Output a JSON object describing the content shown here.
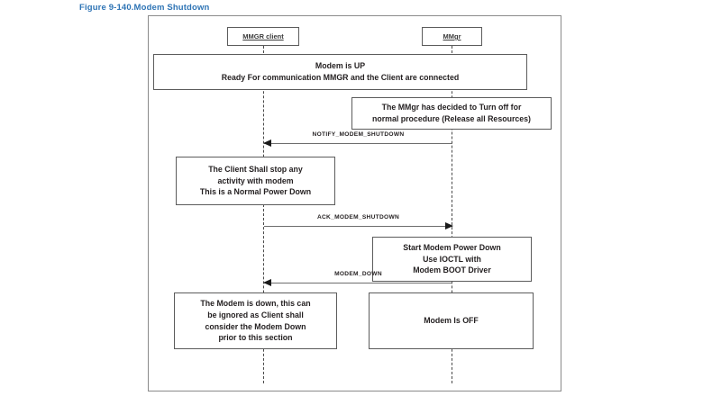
{
  "figure": {
    "caption": "Figure 9-140.Modem Shutdown",
    "caption_color": "#2e74b5"
  },
  "diagram": {
    "type": "uml-sequence-diagram",
    "frame_border_color": "#8a8a8a",
    "lifelines": [
      {
        "id": "client",
        "label": "MMGR client"
      },
      {
        "id": "mmgr",
        "label": "MMgr"
      }
    ],
    "notes": {
      "modem_up": {
        "lines": [
          "Modem is UP",
          "Ready For communication MMGR and the Client are connected"
        ],
        "spans": "both"
      },
      "mmgr_decided": {
        "lines": [
          "The MMgr has decided to Turn off for",
          "normal procedure (Release all Resources)"
        ],
        "spans": "mmgr"
      },
      "client_stop": {
        "lines": [
          "The Client Shall stop any",
          "activity with modem",
          "This is a Normal Power Down"
        ],
        "spans": "client"
      },
      "start_power_down": {
        "lines": [
          "Start Modem Power Down",
          "Use IOCTL with",
          "Modem BOOT Driver"
        ],
        "spans": "mmgr"
      },
      "modem_down": {
        "lines": [
          "The Modem is down, this can",
          "be ignored as Client shall",
          "consider the Modem Down",
          "prior to this section"
        ],
        "spans": "client"
      },
      "modem_off": {
        "lines": [
          "Modem Is OFF"
        ],
        "spans": "mmgr"
      }
    },
    "messages": [
      {
        "id": "notify-modem-shutdown",
        "label": "NOTIFY_MODEM_SHUTDOWN",
        "from": "mmgr",
        "to": "client",
        "direction": "left"
      },
      {
        "id": "ack-modem-shutdown",
        "label": "ACK_MODEM_SHUTDOWN",
        "from": "client",
        "to": "mmgr",
        "direction": "right"
      },
      {
        "id": "modem-down",
        "label": "MODEM_DOWN",
        "from": "mmgr",
        "to": "client",
        "direction": "left"
      }
    ]
  }
}
